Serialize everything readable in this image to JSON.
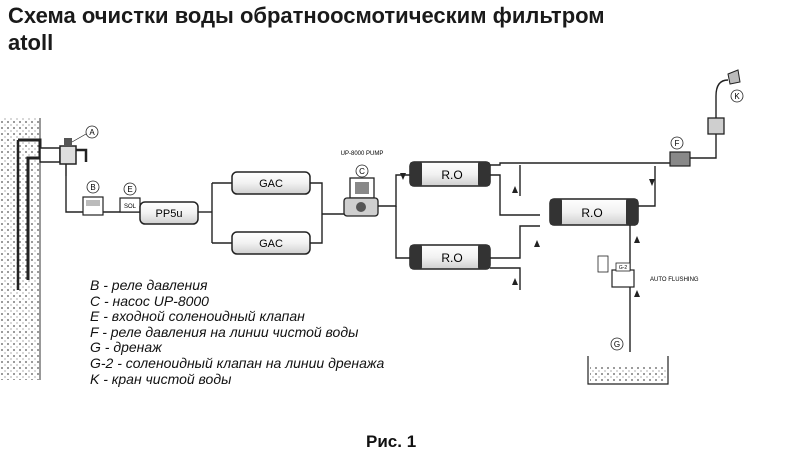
{
  "title": "Схема очистки воды обратноосмотическим фильтром atoll",
  "caption": "Рис. 1",
  "components": {
    "prefilter": "PP5u",
    "gac_top": "GAC",
    "gac_bottom": "GAC",
    "pump": "UP-8000 PUMP",
    "ro_1": "R.O",
    "ro_2": "R.O",
    "ro_3": "R.O",
    "auto_flushing": "AUTO FLUSHING",
    "sol": "SOL",
    "g2": "G-2"
  },
  "markers": {
    "A": "A",
    "B": "B",
    "C": "C",
    "E": "E",
    "F": "F",
    "G": "G",
    "K": "K"
  },
  "legend": [
    "B - реле давления",
    "C - насос UP-8000",
    "E - входной соленоидный клапан",
    "F - реле давления на линии чистой воды",
    "G - дренаж",
    "G-2 - соленоидный клапан на линии дренажа",
    "K - кран чистой воды"
  ]
}
